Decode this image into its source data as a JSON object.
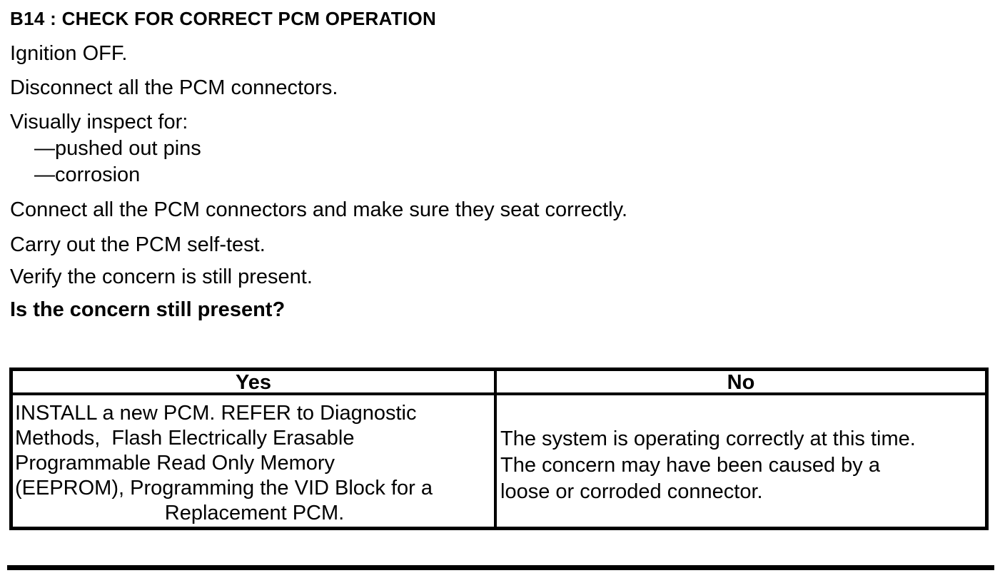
{
  "title": "B14 : CHECK FOR CORRECT PCM OPERATION",
  "steps": {
    "ignition": "Ignition OFF.",
    "disconnect": "Disconnect all the PCM connectors.",
    "inspect_intro": "Visually inspect for:",
    "inspect_items": {
      "pins": "—pushed out pins",
      "corrosion": "—corrosion"
    },
    "connect": "Connect all the PCM connectors and make sure they seat correctly.",
    "self_test": "Carry out the PCM self-test.",
    "verify": "Verify the concern is still present.",
    "question": "Is the concern still present?"
  },
  "result_table": {
    "yes_header": "Yes",
    "no_header": "No",
    "yes_lines": [
      "INSTALL a new PCM. REFER to Diagnostic",
      "Methods,  Flash Electrically Erasable",
      "Programmable Read Only Memory",
      "(EEPROM), Programming the VID Block for a",
      "Replacement PCM."
    ],
    "no_lines": [
      "The system is operating correctly at this time.",
      "The concern may have been caused by a",
      "loose or corroded connector."
    ]
  },
  "colors": {
    "ink": "#000000",
    "paper": "#ffffff"
  }
}
